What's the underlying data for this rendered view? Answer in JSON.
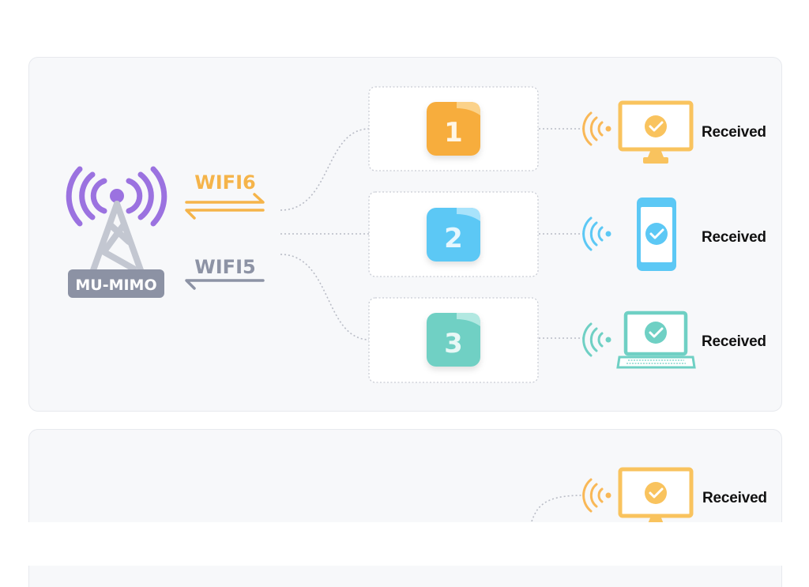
{
  "tower": {
    "label": "MU-MIMO"
  },
  "protocols": [
    {
      "label": "WIFI6",
      "color": "#f5b44a"
    },
    {
      "label": "WIFI5",
      "color": "#8d93a5"
    }
  ],
  "packets": [
    {
      "number": "1",
      "color": "#f7ad3d"
    },
    {
      "number": "2",
      "color": "#5cc8f5"
    },
    {
      "number": "3",
      "color": "#6fd0c4"
    }
  ],
  "devices": [
    {
      "type": "monitor",
      "status": "Received",
      "color": "#f9c35e"
    },
    {
      "type": "phone",
      "status": "Received",
      "color": "#5cc8f5"
    },
    {
      "type": "laptop",
      "status": "Received",
      "color": "#6fd0c4"
    }
  ],
  "second_panel": {
    "devices": [
      {
        "type": "monitor",
        "status": "Received",
        "color": "#f9c35e"
      }
    ]
  },
  "colors": {
    "tower": "#c3c7d1",
    "tower_signal": "#9b72e0",
    "connector": "#b9bcc6"
  }
}
